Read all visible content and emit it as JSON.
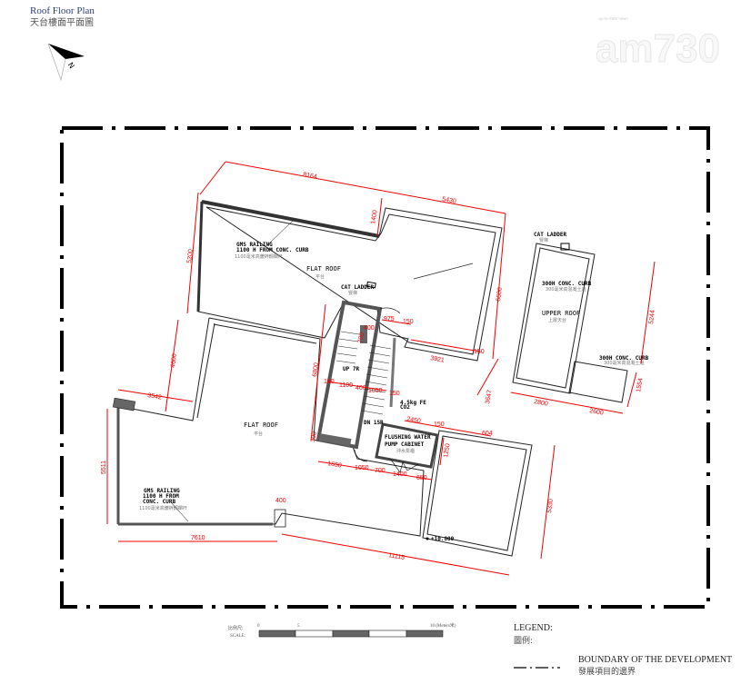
{
  "title": {
    "en": "Roof Floor Plan",
    "cn": "天台樓面平面圖"
  },
  "north_label": "N",
  "logo": {
    "text": "am730",
    "tagline": "up-to-date news"
  },
  "colors": {
    "dimension": "#e00000",
    "wall": "#333333",
    "boundary": "#000000"
  },
  "areas": {
    "flat_roof_upper": {
      "en": "FLAT ROOF",
      "cn": "平台"
    },
    "flat_roof_lower": {
      "en": "FLAT ROOF",
      "cn": "平台"
    },
    "upper_roof": {
      "en": "UPPER ROOF",
      "cn": "上層天台"
    },
    "pump_cabinet": {
      "en1": "FLUSHING WATER",
      "en2": "PUMP CABINET",
      "cn": "沖水泵櫃"
    }
  },
  "annotations": {
    "cat_ladder_1": {
      "en": "CAT LADDER",
      "cn": "豎梯"
    },
    "cat_ladder_2": {
      "en": "CAT LADDER",
      "cn": "豎梯"
    },
    "railing_1": {
      "en1": "GMS RAILING",
      "en2": "1100 H FROM CONC. CURB",
      "cn": "1100毫米高鍍鋅鋼欄杆"
    },
    "railing_2": {
      "en1": "GMS RAILING",
      "en2": "1100 H FROM",
      "en3": "CONC. CURB",
      "cn": "1100毫米高鍍鋅鋼欄杆"
    },
    "curb_1": {
      "en": "300H CONC. CURB",
      "cn": "300毫米高混凝土邊"
    },
    "curb_2": {
      "en": "300H CONC. CURB",
      "cn": "300毫米高混凝土邊"
    },
    "stair_up": "UP 7R",
    "stair_down": "DN 15R",
    "extinguisher": {
      "l1": "4.5kg FE",
      "l2": "CO2"
    },
    "level": "+10.800"
  },
  "dims": [
    "8164",
    "5430",
    "1400",
    "5200",
    "6600",
    "975",
    "150",
    "400",
    "700",
    "3921",
    "150",
    "6800",
    "150",
    "1100",
    "400",
    "1050",
    "150",
    "2450",
    "150",
    "604",
    "3647",
    "1250",
    "1650",
    "1050",
    "700",
    "1400",
    "650",
    "300",
    "4600",
    "3542",
    "5511",
    "7610",
    "400",
    "11115",
    "5330",
    "5244",
    "1554",
    "2800",
    "2600"
  ],
  "scale": {
    "label_cn": "比例尺:",
    "label_en": "SCALE:",
    "tick_0": "0",
    "tick_5": "5",
    "tick_10": "10 (Meters米)"
  },
  "legend": {
    "title_en": "LEGEND:",
    "title_cn": "圖例:",
    "item_en": "BOUNDARY OF THE DEVELOPMENT",
    "item_cn": "發展項目的邊界"
  }
}
